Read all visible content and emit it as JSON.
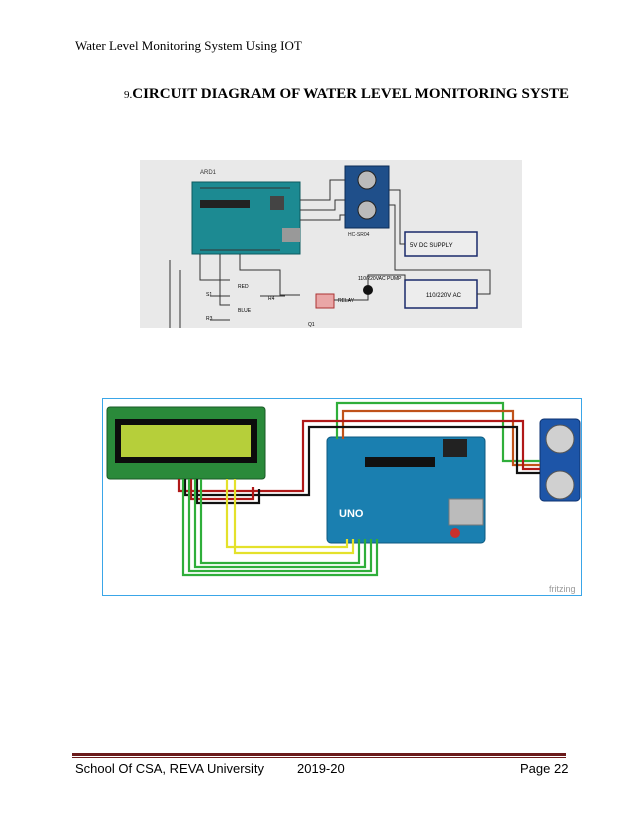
{
  "header": {
    "text": "Water Level Monitoring System Using IOT"
  },
  "section": {
    "number": "9.",
    "title": "CIRCUIT DIAGRAM OF WATER LEVEL MONITORING SYSTE"
  },
  "schematic": {
    "board_label": "ARD1",
    "sensor_label": "HC-SR04",
    "supply_5v": "5V DC SUPPLY",
    "supply_ac": "110/220V AC",
    "pump_label": "110/220VAC PUMP",
    "relay_label": "RELAY",
    "s1": "S1",
    "s2": "R3",
    "red": "RED",
    "blue": "BLUE",
    "r4": "R4",
    "q1": "Q1"
  },
  "breadboard": {
    "board_text": "UNO",
    "watermark": "fritzing"
  },
  "footer": {
    "left": "School Of CSA, REVA University",
    "center": "2019-20",
    "right": "Page 22"
  },
  "colors": {
    "footer_rule": "#6b1a1a",
    "figure_border": "#3aa6e8"
  }
}
